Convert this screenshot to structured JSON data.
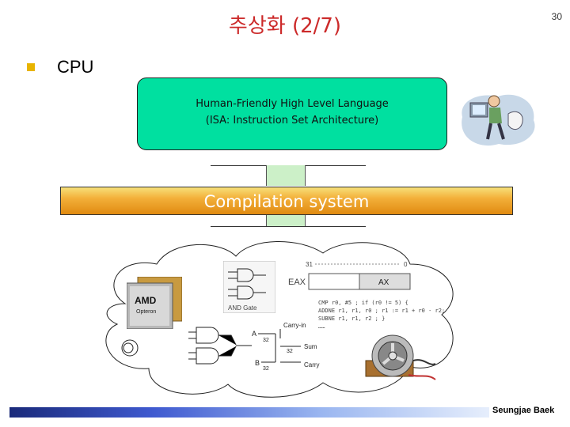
{
  "slide": {
    "title": "추상화 (2/7)",
    "page_number": "30",
    "bullet": "CPU",
    "author": "Seungjae Baek"
  },
  "hll_box": {
    "line1": "Human-Friendly High Level Language",
    "line2": "(ISA: Instruction Set Architecture)"
  },
  "compilation": {
    "label": "Compilation system"
  },
  "cloud": {
    "amd_brand": "AMD",
    "amd_model": "Opteron",
    "and_gate_label": "AND Gate",
    "register_bit_high": "31",
    "register_bit_low": "0",
    "register_name": "EAX",
    "register_sub": "AX",
    "adder_a": "A",
    "adder_b": "B",
    "adder_carry_in": "Carry-in",
    "adder_sum": "Sum",
    "adder_carry": "Carry",
    "bus_width": "32",
    "code_lines": [
      "CMP    r0, #5      ; if (r0 != 5) {",
      "ADDNE  r1, r1, r0  ;   r1 := r1 + r0 - r2;",
      "SUBNE  r1, r1, r2  ; }",
      "……"
    ]
  }
}
